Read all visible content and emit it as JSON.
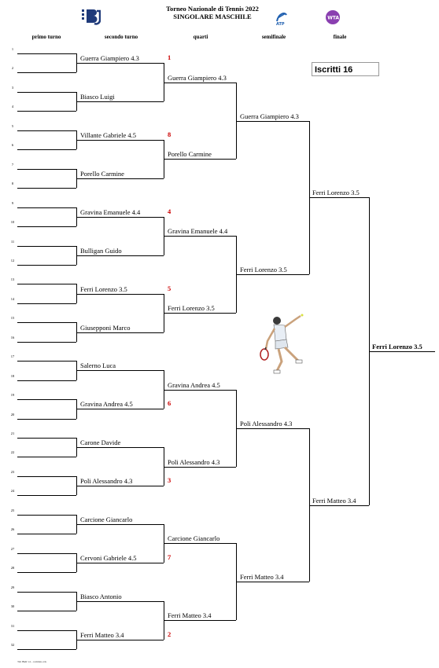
{
  "header": {
    "title_line1": "Torneo Nazionale di Tennis 2022",
    "title_line2": "SINGOLARE MASCHILE",
    "logo_club": "TBJ",
    "logo_atp": "ATP",
    "logo_wta": "WTA"
  },
  "columns": [
    "primo turno",
    "secondo turno",
    "quarti",
    "semifinale",
    "finale"
  ],
  "iscritti": "Iscritti 16",
  "slots": [
    "1",
    "2",
    "3",
    "4",
    "5",
    "6",
    "7",
    "8",
    "9",
    "10",
    "11",
    "12",
    "13",
    "14",
    "15",
    "16",
    "17",
    "18",
    "19",
    "20",
    "21",
    "22",
    "23",
    "24",
    "25",
    "26",
    "27",
    "28",
    "29",
    "30",
    "31",
    "32"
  ],
  "secondo_turno": [
    "Guerra Giampiero 4.3",
    "Biasco Luigi",
    "Villante Gabriele 4.5",
    "Porello Carmine",
    "Gravina Emanuele 4.4",
    "Bulligan  Guido",
    "Ferri Lorenzo 3.5",
    "Giusepponi Marco",
    "Salerno Luca",
    "Gravina Andrea 4.5",
    "Carone Davide",
    "Poli Alessandro 4.3",
    "Carcione Giancarlo",
    "Cervoni Gabriele 4.5",
    "Biasco Antonio",
    "Ferri Matteo 3.4"
  ],
  "seeds": [
    "1",
    "8",
    "4",
    "5",
    "6",
    "3",
    "7",
    "2"
  ],
  "quarti": [
    "Guerra Giampiero 4.3",
    "Porello Carmine",
    "Gravina Emanuele 4.4",
    "Ferri Lorenzo 3.5",
    "Gravina Andrea 4.5",
    "Poli Alessandro 4.3",
    "Carcione Giancarlo",
    "Ferri Matteo 3.4"
  ],
  "semifinale": [
    "Guerra Giampiero 4.3",
    "Ferri Lorenzo 3.5",
    "Poli Alessandro 4.3",
    "Ferri Matteo 3.4"
  ],
  "finale": [
    "Ferri Lorenzo 3.5",
    "Ferri Matteo 3.4"
  ],
  "winner": "Ferri Lorenzo 3.5",
  "footer": "Tab BkR v4 - comitato.xls"
}
